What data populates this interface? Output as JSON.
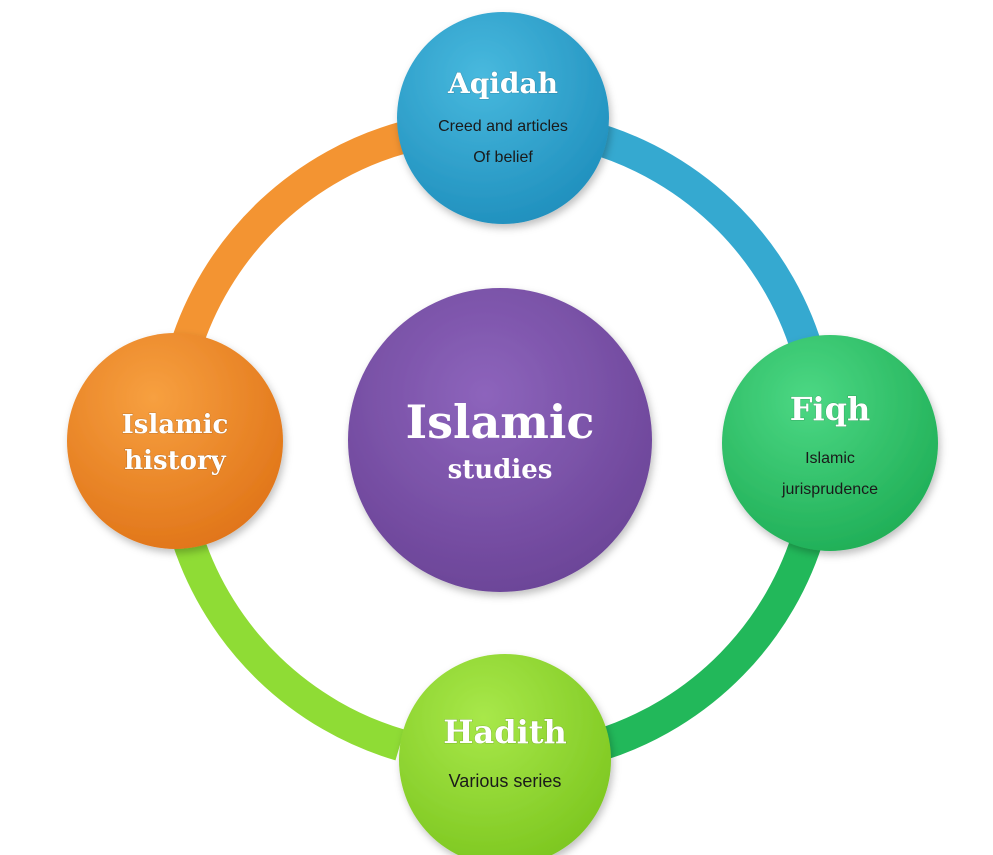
{
  "center": {
    "title": "Islamic",
    "subtitle": "studies",
    "color": "#7a52a8"
  },
  "nodes": {
    "aqidah": {
      "title": "Aqidah",
      "line1": "Creed and articles",
      "line2": "Of belief",
      "color": "#2aa6cf"
    },
    "fiqh": {
      "title": "Fiqh",
      "line1": "Islamic",
      "line2": "jurisprudence",
      "color": "#2fc46a"
    },
    "hadith": {
      "title": "Hadith",
      "line1": "Various series",
      "color": "#8fd82a"
    },
    "history": {
      "title": "Islamic",
      "title2": "history",
      "color": "#f08a24"
    }
  },
  "ring": {
    "top_right_color": "#35a9d0",
    "bottom_right_color": "#22b85a",
    "bottom_left_color": "#8fdc35",
    "top_left_color": "#f39432"
  }
}
